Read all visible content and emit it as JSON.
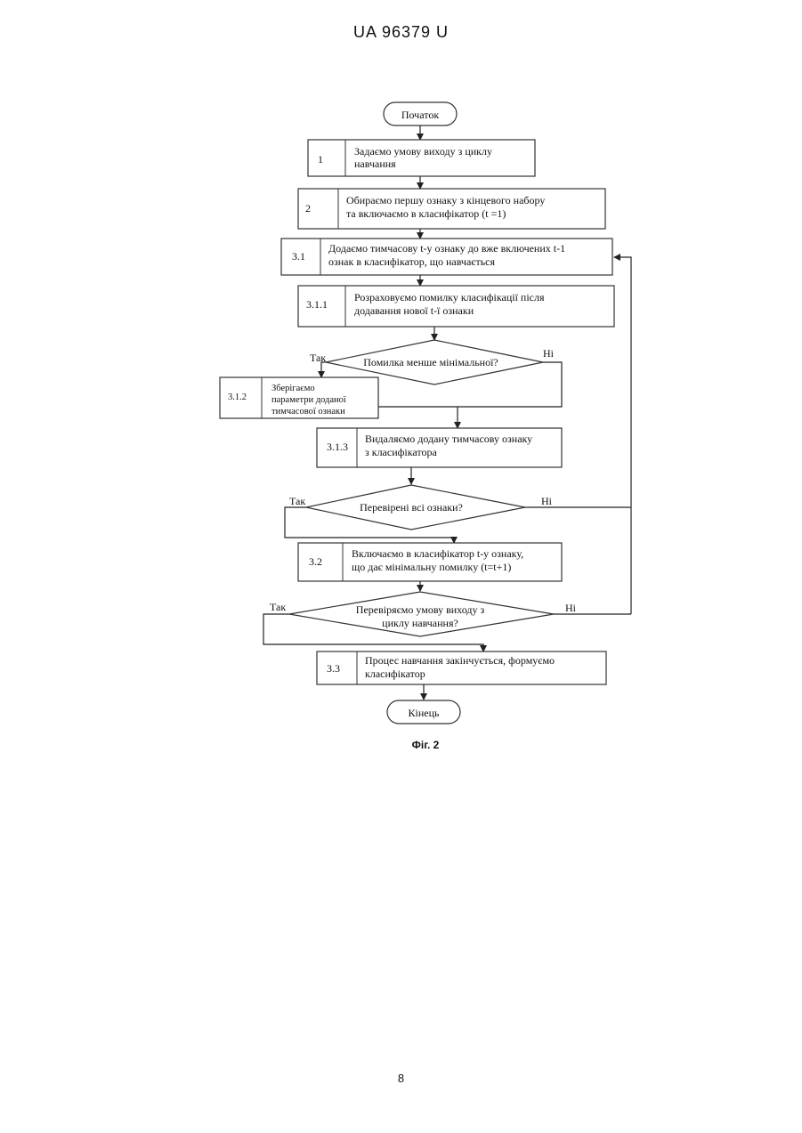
{
  "header": {
    "doc_number": "UA   96379   U"
  },
  "page_number": "8",
  "figure_caption": "Фіг. 2",
  "flowchart": {
    "start": "Початок",
    "end": "Кінець",
    "steps": {
      "s1": {
        "num": "1",
        "line1": "Задаємо умову виходу з циклу",
        "line2": "навчання"
      },
      "s2": {
        "num": "2",
        "line1": "Обираємо першу ознаку з кінцевого набору",
        "line2": "та включаємо в класифікатор (t =1)"
      },
      "s31": {
        "num": "3.1",
        "line1": "Додаємо тимчасову t-у ознаку до вже включених t-1",
        "line2": "ознак в класифікатор, що навчається"
      },
      "s311": {
        "num": "3.1.1",
        "line1": "Розраховуємо помилку класифікації після",
        "line2": "додавання нової t-ї ознаки"
      },
      "s312": {
        "num": "3.1.2",
        "line1": "Зберігаємо",
        "line2": "параметри доданої",
        "line3": "тимчасової ознаки"
      },
      "s313": {
        "num": "3.1.3",
        "line1": "Видаляємо додану тимчасову ознаку",
        "line2": "з класифікатора"
      },
      "s32": {
        "num": "3.2",
        "line1": "Включаємо в класифікатор t-у ознаку,",
        "line2": "що дає мінімальну помилку (t=t+1)"
      },
      "s33": {
        "num": "3.3",
        "line1": "Процес навчання закінчується, формуємо",
        "line2": "класифікатор"
      }
    },
    "decisions": {
      "d1": {
        "text": "Помилка менше мінімальної?",
        "yes": "Так",
        "no": "Ні"
      },
      "d2": {
        "text": "Перевірені всі ознаки?",
        "yes": "Так",
        "no": "Ні"
      },
      "d3": {
        "line1": "Перевіряємо умову виходу з",
        "line2": "циклу навчання?",
        "yes": "Так",
        "no": "Ні"
      }
    }
  }
}
